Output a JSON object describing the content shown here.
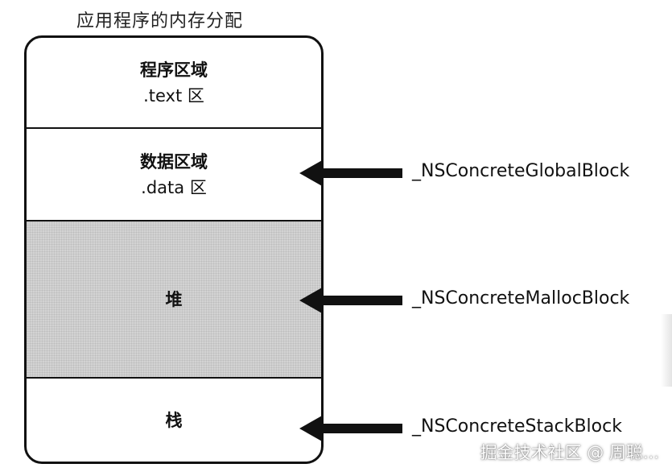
{
  "title": "应用程序的内存分配",
  "segments": {
    "text": {
      "title": "程序区域",
      "subtitle": ".text 区"
    },
    "data": {
      "title": "数据区域",
      "subtitle": ".data 区"
    },
    "heap": {
      "title": "堆"
    },
    "stack": {
      "title": "栈"
    }
  },
  "blocks": {
    "global": "_NSConcreteGlobalBlock",
    "malloc": "_NSConcreteMallocBlock",
    "stack": "_NSConcreteStackBlock"
  },
  "watermark": "掘金技术社区 @ 周聪..."
}
